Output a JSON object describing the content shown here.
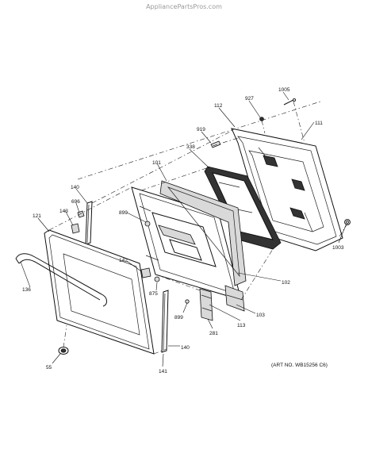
{
  "watermark": "AppliancePartsPros.com",
  "art_number": "(ART NO. WB15256 C6)",
  "labels": {
    "l1005": "1005",
    "l927": "927",
    "l112": "112",
    "l111": "111",
    "l919": "919",
    "l338": "338",
    "l101": "101",
    "l140a": "140",
    "l696": "696",
    "l143": "143",
    "l121": "121",
    "l899a": "899",
    "l1003": "1003",
    "l142": "142",
    "l136": "136",
    "l875": "875",
    "l102": "102",
    "l899b": "899",
    "l103": "103",
    "l113": "113",
    "l281": "281",
    "l140b": "140",
    "l55": "55",
    "l141": "141"
  }
}
